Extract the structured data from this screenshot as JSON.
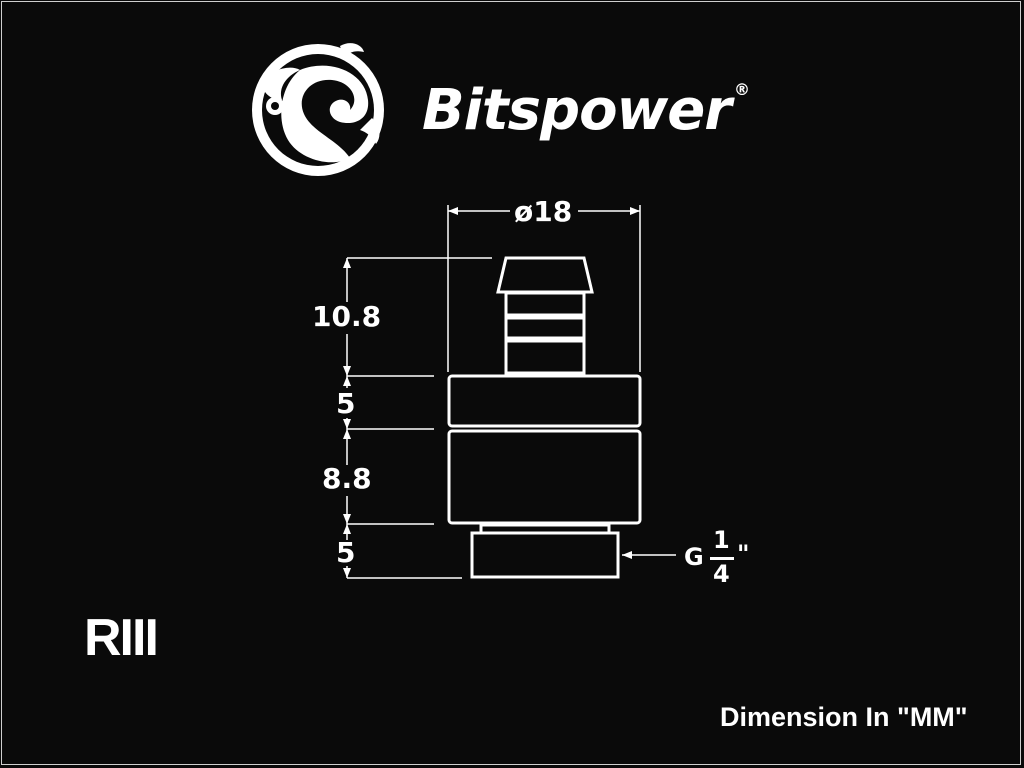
{
  "brand": {
    "name": "Bitspower",
    "registered": "®"
  },
  "dimensions": {
    "diameter": "ø18",
    "barb_height": "10.8",
    "top_ring_height": "5",
    "body_height": "8.8",
    "thread_height": "5"
  },
  "thread": {
    "prefix": "G",
    "numerator": "1",
    "denominator": "4",
    "suffix": "\""
  },
  "model": "RIII",
  "units_note": "Dimension In \"MM\"",
  "colors": {
    "background": "#0a0a0a",
    "line": "#ffffff",
    "frame": "#cfcfcf"
  },
  "icons": {
    "logo": "dragon-emblem-icon"
  }
}
